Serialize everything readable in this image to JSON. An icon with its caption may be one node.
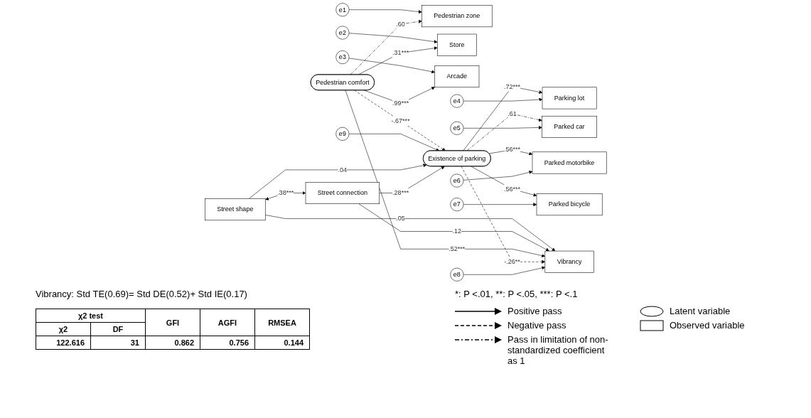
{
  "diagram": {
    "nodes": [
      {
        "text": [
          "e1"
        ]
      },
      {
        "text": [
          "Pedestrian zone"
        ]
      },
      {
        "text": [
          "e2"
        ]
      },
      {
        "text": [
          "Store"
        ]
      },
      {
        "text": [
          "e3"
        ]
      },
      {
        "text": [
          "Arcade"
        ]
      },
      {
        "text": [
          "Pedestrian comfort"
        ]
      },
      {
        "text": [
          "e9"
        ]
      },
      {
        "text": [
          "Existence of parking"
        ]
      },
      {
        "text": [
          "Parking lot"
        ]
      },
      {
        "text": [
          "e4"
        ]
      },
      {
        "text": [
          "Parked car"
        ]
      },
      {
        "text": [
          "e5"
        ]
      },
      {
        "text": [
          "Parked motorbike"
        ]
      },
      {
        "text": [
          "e6"
        ]
      },
      {
        "text": [
          "Parked bicycle"
        ]
      },
      {
        "text": [
          "e7"
        ]
      },
      {
        "text": [
          "Street shape"
        ]
      },
      {
        "text": [
          "Street connection"
        ]
      },
      {
        "text": [
          "Vibrancy"
        ]
      },
      {
        "text": [
          "e8"
        ]
      }
    ],
    "edges": [
      {
        "from": 0,
        "to": 1,
        "arrow": "to"
      },
      {
        "from": 2,
        "to": 3,
        "arrow": "to"
      },
      {
        "from": 4,
        "to": 5,
        "arrow": "to"
      },
      {
        "from": 6,
        "to": 1,
        "arrow": "to",
        "label": ".60",
        "style": "dashed"
      },
      {
        "from": 6,
        "to": 3,
        "arrow": "to",
        "label": ".31***"
      },
      {
        "from": 6,
        "to": 5,
        "arrow": "to",
        "label": ".99***"
      },
      {
        "from": 6,
        "to": 8,
        "arrow": "to",
        "label": "-.67***",
        "style": "dashed"
      },
      {
        "from": 7,
        "to": 8,
        "arrow": "to"
      },
      {
        "from": 8,
        "to": 9,
        "arrow": "to",
        "label": ".72***"
      },
      {
        "from": 8,
        "to": 11,
        "arrow": "to",
        "label": ".61",
        "style": "dashed"
      },
      {
        "from": 8,
        "to": 13,
        "arrow": "to",
        "label": ".56***"
      },
      {
        "from": 8,
        "to": 15,
        "arrow": "to",
        "label": ".56***"
      },
      {
        "from": 10,
        "to": 9,
        "arrow": "to"
      },
      {
        "from": 12,
        "to": 11,
        "arrow": "to"
      },
      {
        "from": 14,
        "to": 13,
        "arrow": "to"
      },
      {
        "from": 16,
        "to": 15,
        "arrow": "to"
      },
      {
        "from": 17,
        "to": 8,
        "arrow": "to",
        "label": ".04"
      },
      {
        "from": 18,
        "to": 8,
        "arrow": "to",
        "label": ".28***"
      },
      {
        "from": 17,
        "to": 19,
        "arrow": "to",
        "label": ".05"
      },
      {
        "from": 18,
        "to": 19,
        "arrow": "to",
        "label": ".12"
      },
      {
        "from": 6,
        "to": 19,
        "arrow": "to",
        "label": ".52***"
      },
      {
        "from": 8,
        "to": 19,
        "arrow": "to",
        "label": "-.26**",
        "style": "dashed"
      },
      {
        "from": 17,
        "to": 18,
        "arrow": "both",
        "label": ".38***"
      },
      {
        "from": 20,
        "to": 19,
        "arrow": "to"
      }
    ],
    "labels": [
      "Vibrancy: Std TE(0.69)= Std DE(0.52)+ Std IE(0.17)",
      "χ2 test",
      "GFI",
      "AGFI",
      "RMSEA",
      "χ2",
      "DF",
      "122.616",
      "31",
      "0.862",
      "0.756",
      "0.144",
      "*: P <.01, **: P <.05, ***: P <.1"
    ],
    "legend": [
      {
        "text": "Positive pass"
      },
      {
        "text": "Negative pass"
      },
      {
        "text": "Pass in limitation of non-standardized coefficient as 1"
      },
      {
        "text": "Latent variable"
      },
      {
        "text": "Observed variable"
      }
    ]
  }
}
